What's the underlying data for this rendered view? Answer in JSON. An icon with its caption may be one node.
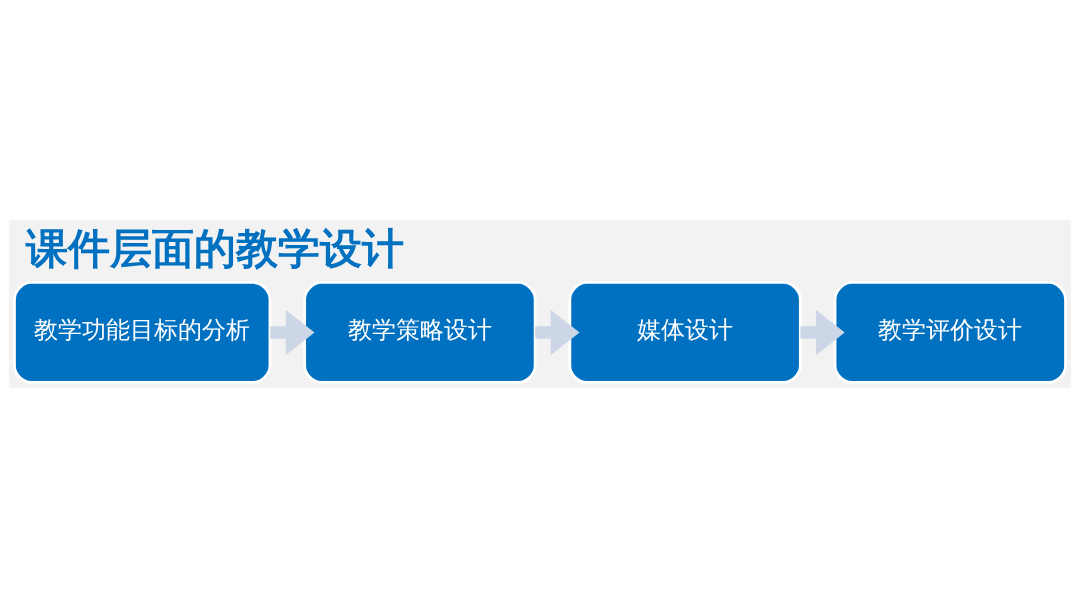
{
  "diagram": {
    "title": "课件层面的教学设计",
    "nodes": [
      {
        "text": [
          "教学功能目标的分析"
        ]
      },
      {
        "text": [
          "教学策略设计"
        ]
      },
      {
        "text": [
          "媒体设计"
        ]
      },
      {
        "text": [
          "教学评价设计"
        ]
      }
    ],
    "edges": [
      {
        "from": 0,
        "to": 1,
        "arrow": "to"
      },
      {
        "from": 1,
        "to": 2,
        "arrow": "to"
      },
      {
        "from": 2,
        "to": 3,
        "arrow": "to"
      }
    ]
  }
}
